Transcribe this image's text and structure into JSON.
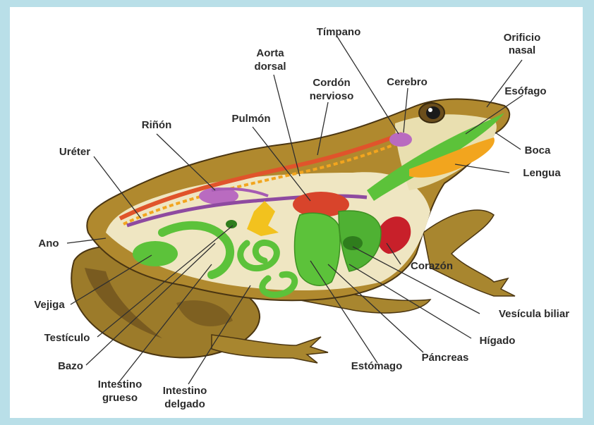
{
  "labels": {
    "orificio_nasal_1": "Orificio",
    "orificio_nasal_2": "nasal",
    "timpano": "Tímpano",
    "aorta_1": "Aorta",
    "aorta_2": "dorsal",
    "cerebro": "Cerebro",
    "cordon_1": "Cordón",
    "cordon_2": "nervioso",
    "esofago": "Esófago",
    "rinon": "Riñón",
    "pulmon": "Pulmón",
    "ureter": "Uréter",
    "boca": "Boca",
    "lengua": "Lengua",
    "ano": "Ano",
    "corazon": "Corazón",
    "vejiga": "Vejiga",
    "vesicula": "Vesícula biliar",
    "testiculo": "Testículo",
    "higado": "Hígado",
    "bazo": "Bazo",
    "pancreas": "Páncreas",
    "estomago": "Estómago",
    "int_grueso_1": "Intestino",
    "int_grueso_2": "grueso",
    "int_delgado_1": "Intestino",
    "int_delgado_2": "delgado"
  },
  "colors": {
    "frame": "#b9dfe8",
    "skin": "#b0892e",
    "skin_dark": "#6b4e1c",
    "belly": "#e9dfb0",
    "organ_green": "#5cc23a",
    "organ_purple": "#a65bb3",
    "lung_red": "#d8442b",
    "tongue_orange": "#f2a51e",
    "heart_red": "#c8202a"
  }
}
